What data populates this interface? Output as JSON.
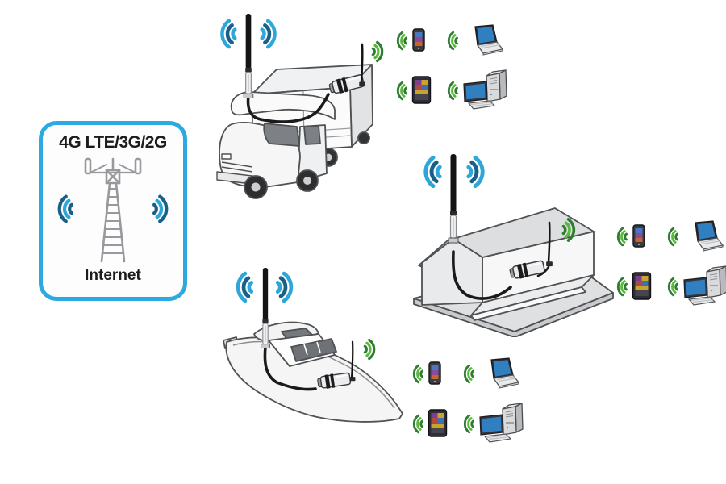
{
  "page": {
    "background": "#ffffff",
    "description": "4G LTE / 3G / 2G signal booster system diagram: cell tower internet source feeding outdoor antennas on an RV, a house and a boat; indoor boosters rebroadcast signal to smartphones, laptops, tablets and desktop computers"
  },
  "source_box": {
    "network_label": "4G LTE/3G/2G",
    "caption": "Internet"
  },
  "colors": {
    "box_border": "#2BAAE1",
    "wave_blue_light": "#2EA7D8",
    "wave_blue_dark": "#1A5F88",
    "wave_green_light": "#5CB83C",
    "wave_green_dark": "#2E7D33",
    "outline_gray": "#4F5153",
    "tower_gray": "#97999C",
    "fill_light": "#EFF0F1",
    "fill_mid": "#DDDEE0",
    "screen_blue": "#2F7FC1",
    "device_dark": "#39393F",
    "antenna_black": "#141414",
    "cable_black": "#1A1A1A",
    "text_dark": "#1C1C1C"
  },
  "icons": {
    "cell_tower": "cell-tower-icon",
    "signal_waves_blue": "cellular-signal-waves-icon",
    "signal_waves_green": "rebroadcast-signal-waves-icon",
    "outdoor_antenna": "outdoor-antenna-icon",
    "indoor_antenna": "indoor-whip-antenna-icon",
    "signal_booster": "signal-booster-icon",
    "smartphone": "smartphone-icon",
    "laptop": "laptop-icon",
    "tablet": "tablet-icon",
    "desktop_computer": "desktop-computer-icon",
    "rv": "rv-motorhome-icon",
    "house": "house-cutaway-icon",
    "boat": "boat-icon"
  },
  "scenes": [
    {
      "id": "rv",
      "label": "RV / motorhome with roof antenna, booster and indoor antenna"
    },
    {
      "id": "house",
      "label": "House with outdoor antenna, indoor booster and whip antenna"
    },
    {
      "id": "boat",
      "label": "Boat with deck antenna, booster and indoor antenna"
    }
  ],
  "device_clusters": [
    {
      "id": "rv-devices",
      "devices": [
        "smartphone",
        "laptop",
        "tablet",
        "desktop-computer"
      ]
    },
    {
      "id": "house-devices",
      "devices": [
        "smartphone",
        "laptop",
        "tablet",
        "desktop-computer"
      ]
    },
    {
      "id": "boat-devices",
      "devices": [
        "smartphone",
        "laptop",
        "tablet",
        "desktop-computer"
      ]
    }
  ]
}
